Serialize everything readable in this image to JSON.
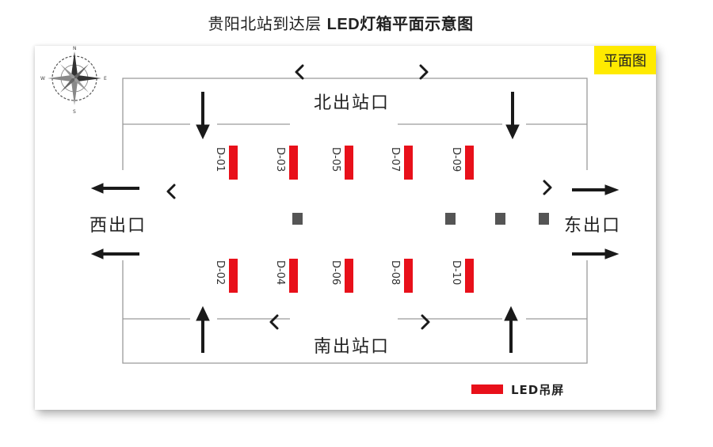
{
  "title": {
    "prefix": "贵阳北站到达层 ",
    "bold": "LED灯箱平面示意图"
  },
  "badge": "平面图",
  "compass": {
    "n": "N",
    "s": "S",
    "e": "E",
    "w": "W"
  },
  "exits": {
    "north": "北出站口",
    "south": "南出站口",
    "west": "西出口",
    "east": "东出口"
  },
  "screens_top": [
    "D-01",
    "D-03",
    "D-05",
    "D-07",
    "D-09"
  ],
  "screens_bottom": [
    "D-02",
    "D-04",
    "D-06",
    "D-08",
    "D-10"
  ],
  "legend": {
    "label": "LED吊屏",
    "color": "#e8101a"
  },
  "colors": {
    "screen": "#e8101a",
    "pillar": "#555555",
    "wall": "#9a9a9a",
    "arrow": "#1a1a1a"
  }
}
